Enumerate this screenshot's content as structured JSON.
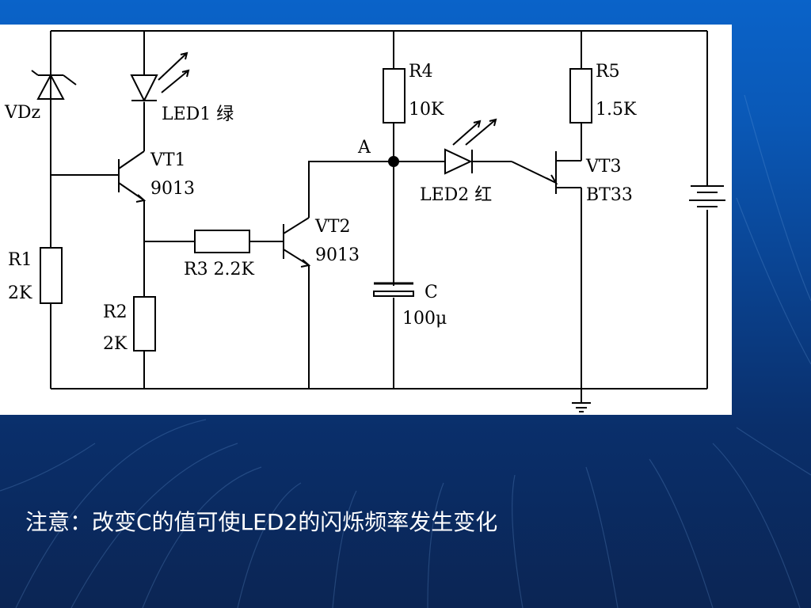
{
  "labels": {
    "vdz": "VDz",
    "led1": "LED1 绿",
    "vt1": "VT1",
    "vt1_model": "9013",
    "r1": "R1",
    "r1_value": "2K",
    "r2": "R2",
    "r2_value": "2K",
    "r3": "R3 2.2K",
    "vt2": "VT2",
    "vt2_model": "9013",
    "r4": "R4",
    "r4_value": "10K",
    "node_a": "A",
    "led2": "LED2 红",
    "c": "C",
    "c_value": "100μ",
    "r5": "R5",
    "r5_value": "1.5K",
    "vt3": "VT3",
    "vt3_model": "BT33"
  },
  "caption": "注意：改变C的值可使LED2的闪烁频率发生变化",
  "colors": {
    "background_top": "#0a63c9",
    "background_bottom": "#0b2554",
    "panel": "#ffffff",
    "ink": "#000000",
    "caption_text": "#ffffff"
  }
}
